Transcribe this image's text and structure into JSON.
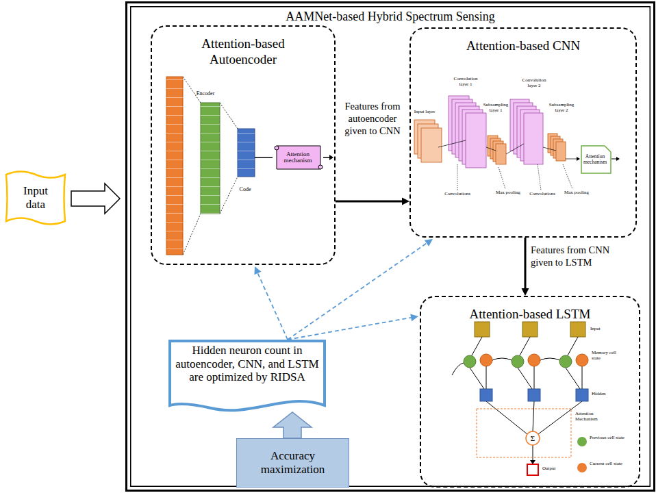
{
  "diagram": {
    "nodes": [
      {
        "text": [
          "AAMNet-based Hybrid Spectrum Sensing"
        ]
      },
      {
        "text": [
          "Input data"
        ]
      },
      {
        "text": [
          "Attention-based Autoencoder"
        ],
        "in": 0
      },
      {
        "text": [
          "Attention mechanism"
        ],
        "in": 2
      },
      {
        "text": [
          "Attention-based CNN"
        ],
        "in": 0
      },
      {
        "text": [
          "Attention mechanism"
        ],
        "in": 4
      },
      {
        "text": [
          "Attention-based LSTM"
        ],
        "in": 0
      },
      {
        "text": [
          "Hidden neuron count in autoencoder, CNN, and LSTM are optimized by RIDSA"
        ],
        "in": 0
      },
      {
        "text": [
          "Accuracy maximization"
        ],
        "in": 0
      }
    ],
    "edges": [
      {
        "from": 1,
        "to": 0,
        "arrow": "to"
      },
      {
        "from": 2,
        "to": 4,
        "arrow": "to",
        "label": "Features from autoencoder given to CNN"
      },
      {
        "from": 4,
        "to": 6,
        "arrow": "to",
        "label": "Features from CNN given to LSTM"
      },
      {
        "from": 7,
        "to": 2,
        "arrow": "to"
      },
      {
        "from": 7,
        "to": 4,
        "arrow": "to"
      },
      {
        "from": 7,
        "to": 6,
        "arrow": "to"
      },
      {
        "from": 8,
        "to": 7,
        "arrow": "to"
      }
    ],
    "labels": [
      "Encoder",
      "Code",
      "Input layer",
      "Convolution layer 1",
      "Subsampling layer 1",
      "Convolution layer 2",
      "Subsampling layer 2",
      "Convolutions",
      "Max pooling",
      "Convolutions",
      "Max pooling",
      "Input",
      "Memory cell state",
      "Hidden",
      "Attention Mechanism",
      "Σ",
      "Output"
    ],
    "legend": [
      {
        "text": "Previous cell state",
        "color": "#70ad47"
      },
      {
        "text": "Current cell state",
        "color": "#ed7d31"
      }
    ]
  }
}
